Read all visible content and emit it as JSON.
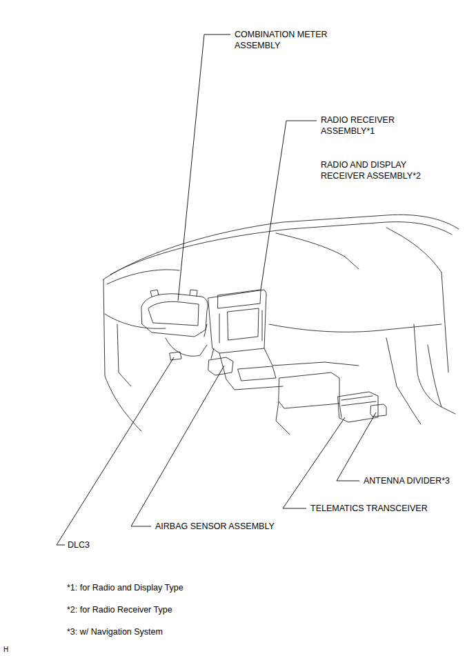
{
  "diagram": {
    "labels": [
      "COMBINATION METER ASSEMBLY",
      "RADIO RECEIVER ASSEMBLY*1",
      "RADIO AND DISPLAY RECEIVER ASSEMBLY*2",
      "ANTENNA DIVIDER*3",
      "TELEMATICS TRANSCEIVER",
      "AIRBAG SENSOR ASSEMBLY",
      "DLC3",
      "*1: for Radio and Display Type",
      "*2: for Radio Receiver Type",
      "*3: w/ Navigation System",
      "H"
    ]
  }
}
